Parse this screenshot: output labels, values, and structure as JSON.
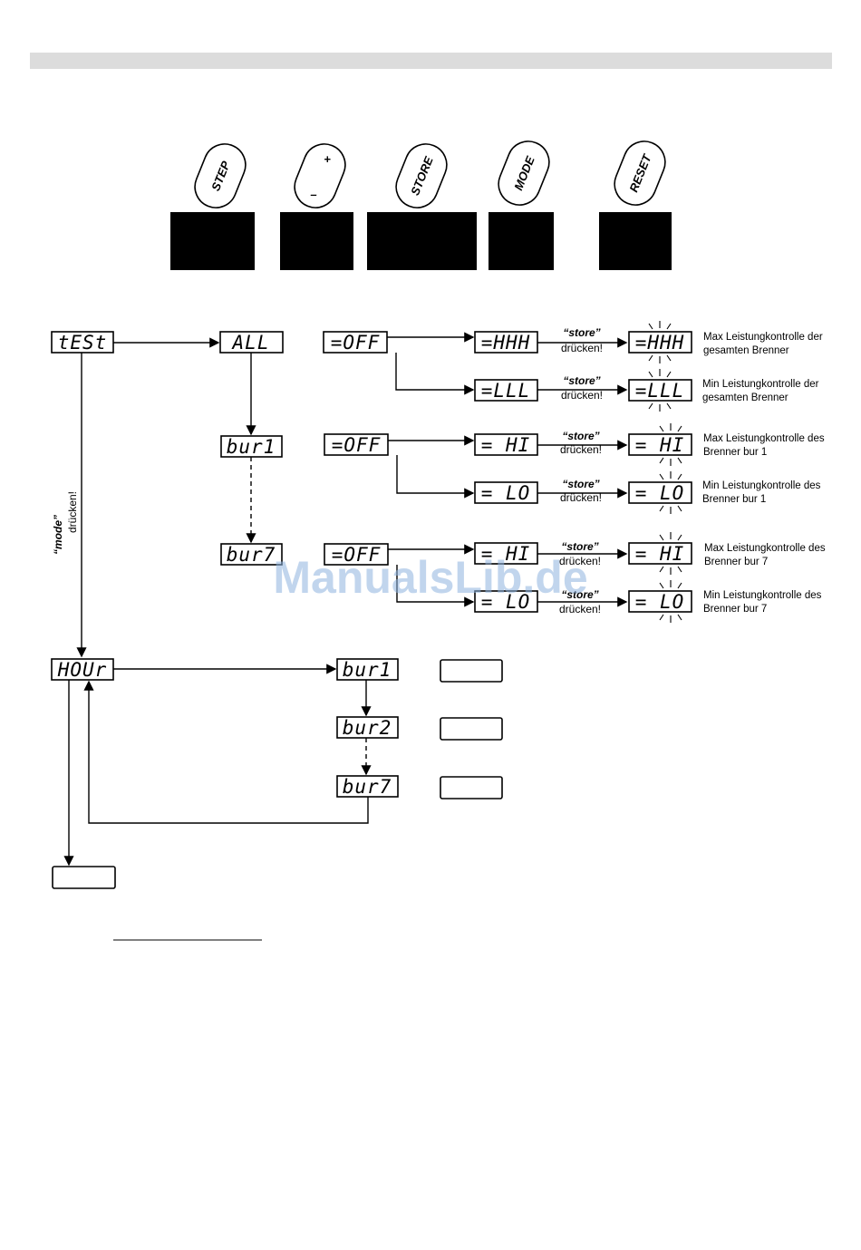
{
  "buttons": [
    {
      "id": "step",
      "label": "STEP"
    },
    {
      "id": "plusminus",
      "plus": "+",
      "minus": "–"
    },
    {
      "id": "store",
      "label": "STORE"
    },
    {
      "id": "mode",
      "label": "MODE"
    },
    {
      "id": "reset",
      "label": "RESET"
    }
  ],
  "flow": {
    "test": "tESt",
    "all": "ALL",
    "bur1": "bur1",
    "bur2": "bur2",
    "bur7": "bur7",
    "hour": "HOUr",
    "off": "=OFF",
    "hhh": "=HHH",
    "lll": "=LLL",
    "hi": "=  HI",
    "lo": "=  LO"
  },
  "labels": {
    "store_quote": "“store”",
    "druecken": "drücken!",
    "mode_quote": "“mode”",
    "max_all_1": "Max Leistungkontrolle der",
    "max_all_2": "gesamten Brenner",
    "min_all_1": "Min Leistungkontrolle der",
    "min_all_2": "gesamten Brenner",
    "max_b1_1": "Max Leistungkontrolle des",
    "max_b1_2": "Brenner bur 1",
    "min_b1_1": "Min Leistungkontrolle des",
    "min_b1_2": "Brenner bur 1",
    "max_b7_1": "Max Leistungkontrolle des",
    "max_b7_2": "Brenner bur 7",
    "min_b7_1": "Min Leistungkontrolle des",
    "min_b7_2": "Brenner bur 7"
  },
  "watermark": "ManualsLib.de",
  "colors": {
    "topbar": "#dcdcdc",
    "watermark": "#8fb4e0"
  }
}
